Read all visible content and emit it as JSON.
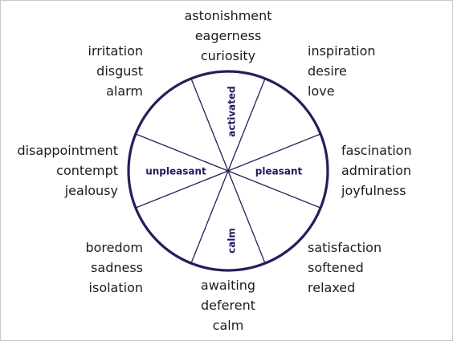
{
  "wheel": {
    "ring_color": "#231f5c",
    "spoke_color": "#231f5c",
    "axis_labels": {
      "top": "activated",
      "right": "pleasant",
      "bottom": "calm",
      "left": "unpleasant"
    }
  },
  "groups": {
    "top": [
      "astonishment",
      "eagerness",
      "curiosity"
    ],
    "top_right": [
      "inspiration",
      "desire",
      "love"
    ],
    "right": [
      "fascination",
      "admiration",
      "joyfulness"
    ],
    "bottom_right": [
      "satisfaction",
      "softened",
      "relaxed"
    ],
    "bottom": [
      "awaiting",
      "deferent",
      "calm"
    ],
    "bottom_left": [
      "boredom",
      "sadness",
      "isolation"
    ],
    "left": [
      "disappointment",
      "contempt",
      "jealousy"
    ],
    "top_left": [
      "irritation",
      "disgust",
      "alarm"
    ]
  }
}
